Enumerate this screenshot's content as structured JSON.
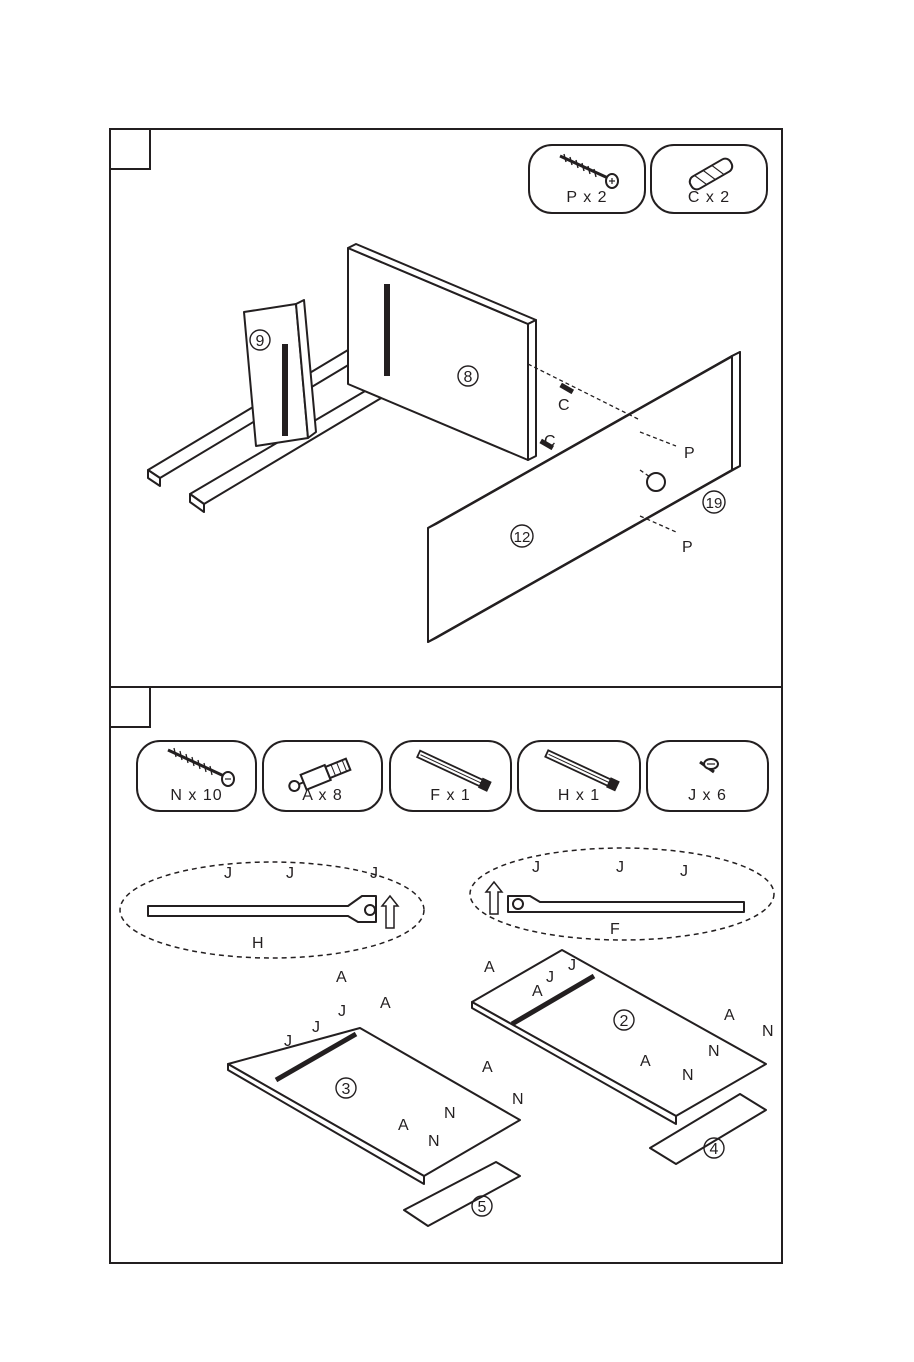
{
  "step1": {
    "parts": [
      {
        "label": "P x 2",
        "icon": "screw-icon"
      },
      {
        "label": "C x 2",
        "icon": "dowel-icon"
      }
    ],
    "callouts": {
      "panel_9": "9",
      "panel_8": "8",
      "panel_12": "12",
      "knob_19": "19",
      "dowel_upper": "C",
      "dowel_lower": "C",
      "screw_upper": "P",
      "screw_lower": "P"
    }
  },
  "step2": {
    "parts": [
      {
        "label": "N x 10",
        "icon": "long-screw-icon"
      },
      {
        "label": "A x 8",
        "icon": "cam-bolt-icon"
      },
      {
        "label": "F x 1",
        "icon": "slide-rail-icon"
      },
      {
        "label": "H x 1",
        "icon": "slide-rail-icon"
      },
      {
        "label": "J x 6",
        "icon": "short-screw-icon"
      }
    ],
    "callouts": {
      "rail_left": "H",
      "rail_right": "F",
      "panel_2": "2",
      "panel_3": "3",
      "panel_4": "4",
      "panel_5": "5",
      "screw_j": "J",
      "screw_n": "N",
      "bolt_a": "A"
    }
  }
}
